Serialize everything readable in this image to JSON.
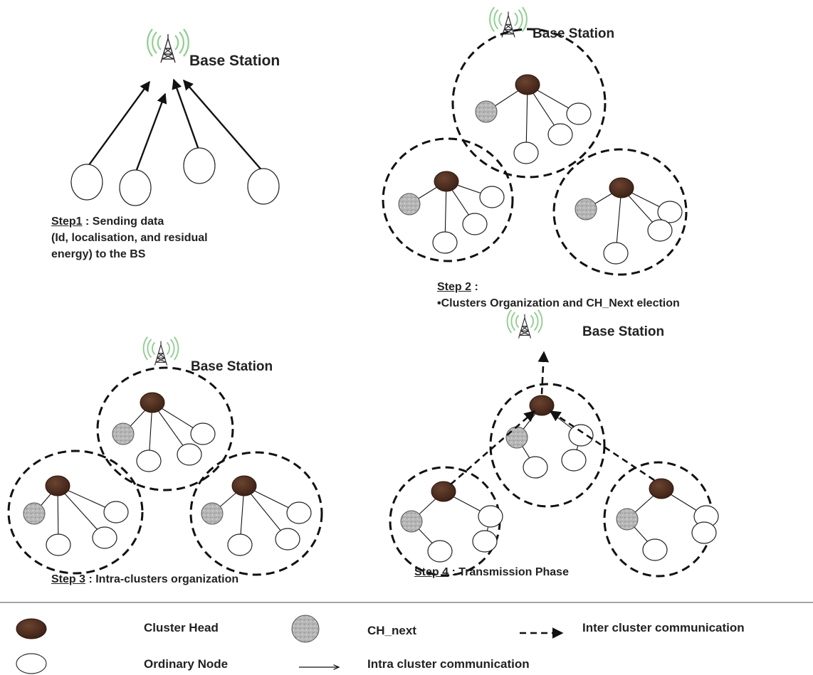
{
  "base_station_label": "Base Station",
  "steps": {
    "step1": {
      "title": "Step1",
      "sep": " : ",
      "line1": "Sending data",
      "line2": "(Id, localisation, and residual",
      "line3": "energy) to the BS"
    },
    "step2": {
      "title": "Step 2",
      "sep": " :",
      "line1": "•Clusters Organization and  CH_Next election"
    },
    "step3": {
      "title": "Step 3",
      "rest": " : Intra-clusters organization"
    },
    "step4": {
      "title": "Step 4",
      "rest": " : Transmission Phase"
    }
  },
  "legend": {
    "cluster_head": "Cluster Head",
    "ch_next": "CH_next",
    "inter_cluster": "Inter cluster communication",
    "ordinary_node": "Ordinary Node",
    "intra_cluster": "Intra cluster communication"
  },
  "colors": {
    "cluster_head": "#4a2a1a",
    "ch_next": "#b5b5b5",
    "ordinary_node": "#ffffff",
    "line": "#111111",
    "antenna_waves": "#8fcf8f"
  },
  "icons": {
    "base_station": "antenna-tower-icon"
  }
}
